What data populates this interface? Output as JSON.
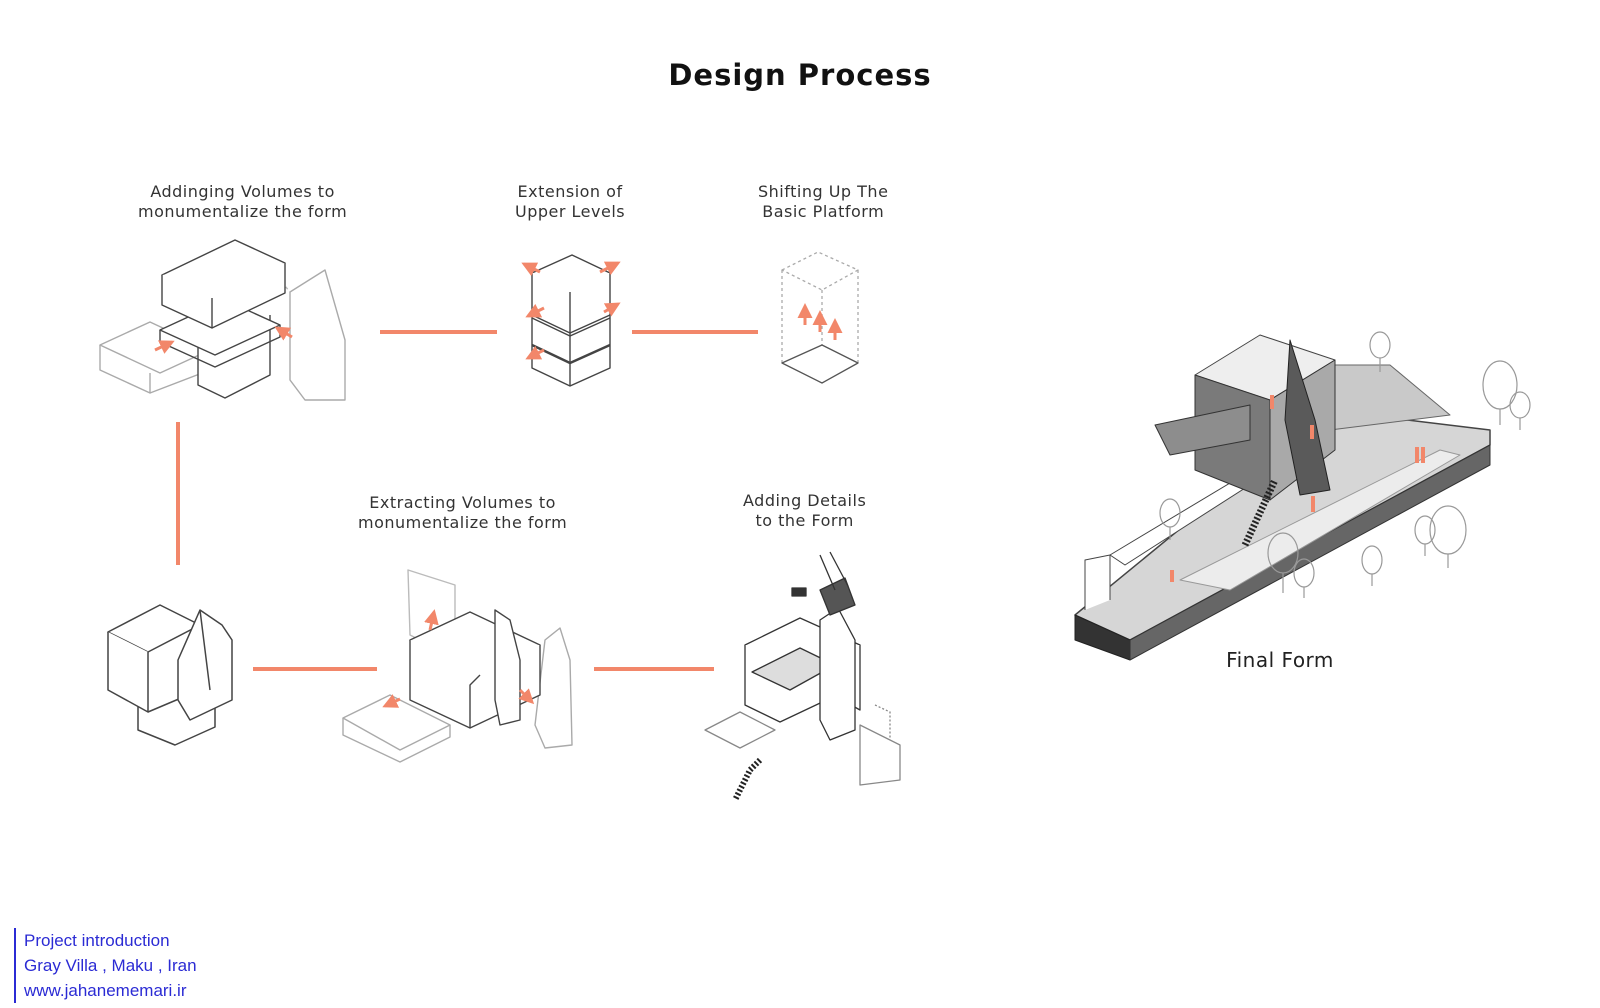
{
  "title": "Design Process",
  "steps": [
    {
      "line1": "Addinging Volumes to",
      "line2": "monumentalize  the form"
    },
    {
      "line1": "Extension of",
      "line2": "Upper Levels"
    },
    {
      "line1": "Shifting Up The",
      "line2": "Basic Platform"
    },
    {
      "line1": "Extracting Volumes to",
      "line2": "monumentalize  the form"
    },
    {
      "line1": "Adding Details",
      "line2": "to the Form"
    }
  ],
  "final_label": "Final Form",
  "credits": {
    "line1": "Project introduction",
    "line2": "Gray Villa , Maku , Iran",
    "line3": "www.jahanememari.ir"
  },
  "colors": {
    "accent": "#f2876a",
    "line": "#555555",
    "credits": "#2b2bd4"
  }
}
